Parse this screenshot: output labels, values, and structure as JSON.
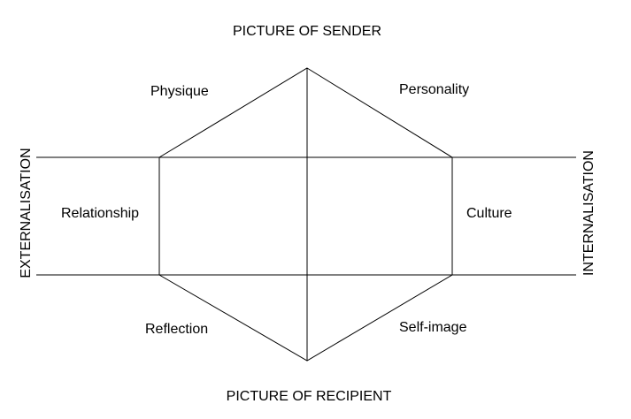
{
  "axis_labels": {
    "top": "PICTURE OF SENDER",
    "bottom": "PICTURE OF RECIPIENT",
    "left": "EXTERNALISATION",
    "right": "INTERNALISATION"
  },
  "facets": {
    "upper_left": "Physique",
    "upper_right": "Personality",
    "middle_left": "Relationship",
    "middle_right": "Culture",
    "lower_left": "Reflection",
    "lower_right": "Self-image"
  },
  "colors": {
    "line": "#000000",
    "background": "#ffffff"
  }
}
